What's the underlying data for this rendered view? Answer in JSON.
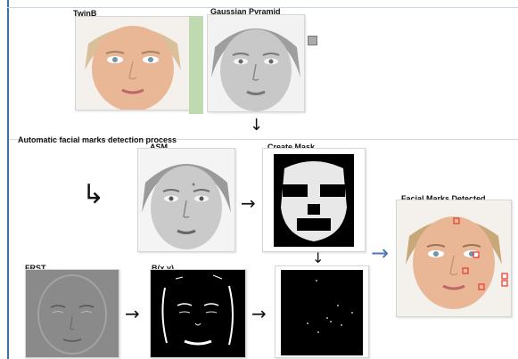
{
  "labels": {
    "twinb": "TwinB",
    "gaussian": "Gaussian Pyramid",
    "process": "Automatic facial marks detection process",
    "asm": "ASM",
    "create_mask": "Create Mask",
    "facial_marks": "Facial Marks Detected",
    "frst": "FRST",
    "bxy": "B(x,y)"
  },
  "icons": {
    "down": "↓",
    "right": "→",
    "elbow": "↳"
  },
  "colors": {
    "frame": "#3a6fb0",
    "skin": "#e9b796",
    "marks": "#e23b2f",
    "arrow_blue": "#4a78b5"
  }
}
